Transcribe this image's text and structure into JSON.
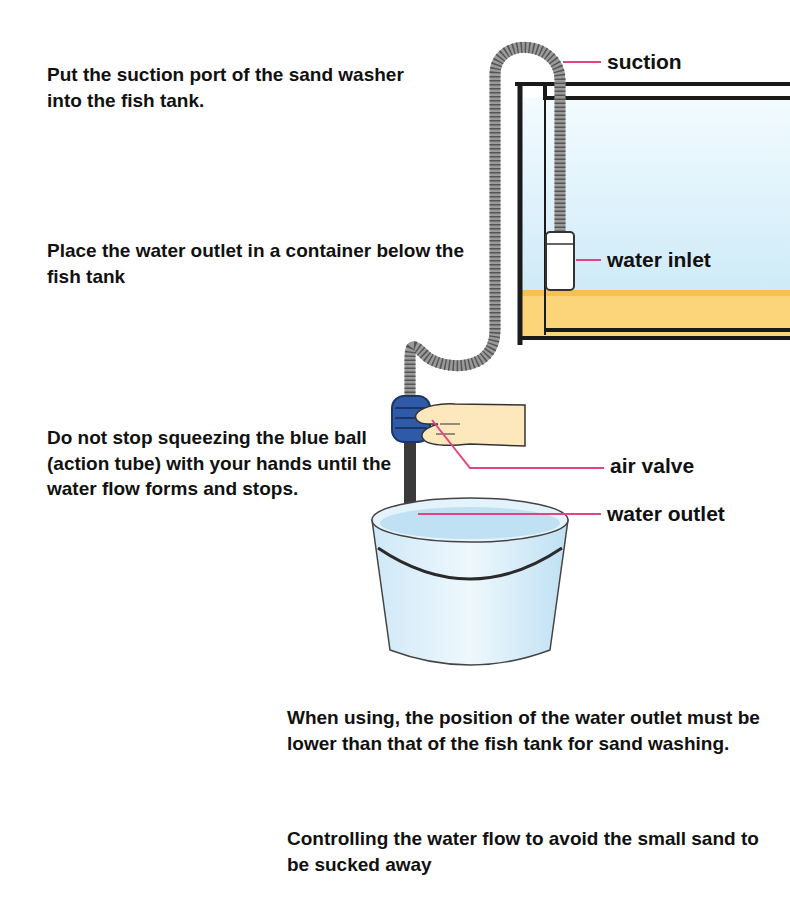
{
  "diagram": {
    "labels": [
      "Put the suction port of the sand washer into the fish tank.",
      "suction",
      "water inlet",
      "Place the water outlet in a container below the fish tank",
      "Do not stop squeezing the blue ball (action tube) with your hands until the water flow forms and stops.",
      "air valve",
      "water outlet",
      "When using, the position of the water outlet must be lower than that of the fish tank for sand washing.",
      "Controlling the water flow to avoid the small sand to be sucked away"
    ]
  }
}
